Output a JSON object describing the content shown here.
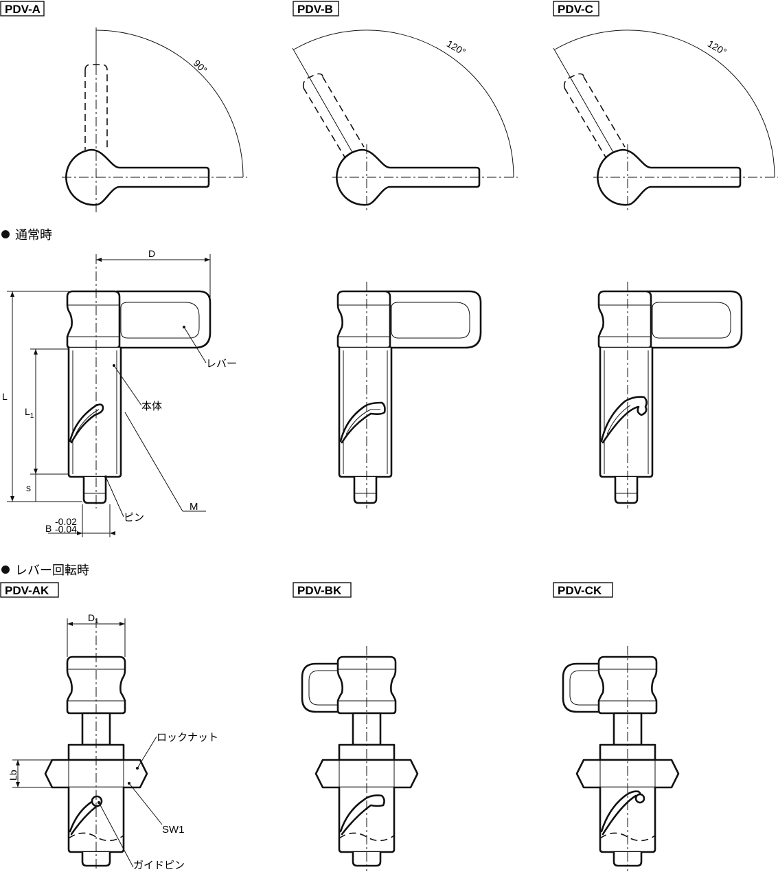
{
  "variants": {
    "a": "PDV-A",
    "b": "PDV-B",
    "c": "PDV-C"
  },
  "angles": {
    "a": "90°",
    "b": "120°",
    "c": "120°"
  },
  "sections": {
    "normal": "通常時",
    "rotated": "レバー回転時"
  },
  "rotated_variants": {
    "a": "PDV-AK",
    "b": "PDV-BK",
    "c": "PDV-CK"
  },
  "dimensions": {
    "D": "D",
    "L": "L",
    "L1_main": "L",
    "L1_sub": "1",
    "s": "s",
    "B": "B",
    "B_upper": "-0.02",
    "B_lower": "-0.04",
    "M": "M",
    "D1_main": "D",
    "D1_sub": "1",
    "Lb": "Lb",
    "SW1": "SW1"
  },
  "parts": {
    "lever": "レバー",
    "body": "本体",
    "pin": "ピン",
    "locknut": "ロックナット",
    "guide_pin": "ガイドピン"
  }
}
